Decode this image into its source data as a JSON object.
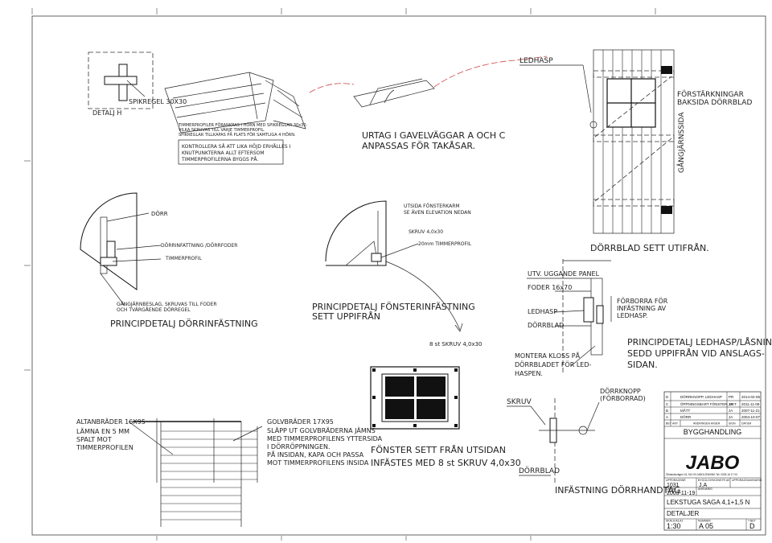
{
  "detail_h": {
    "label": "DETALJ H",
    "spikregel": "SPIKREGEL 30X30",
    "note1": [
      "TIMMERPROFILER FÖRANKRAS I HÖRN MED SPIKREGLAR 30x30.",
      "VILKA SKRUVAS TILL VARJE TIMMERPROFIL.",
      "SPIKREGLAR TILLKAPAS PÅ PLATS FÖR SAMTLIGA 4 HÖRN."
    ],
    "note2": [
      "KONTROLLERA SÅ ATT LIKA HÖJD ERHÅLLES I",
      "KNUTPUNKTERNA ALLT EFTERSOM",
      "TIMMERPROFILERNA BYGGS PÅ."
    ]
  },
  "urtag": [
    "URTAG I GAVELVÄGGAR A OCH C",
    "ANPASSAS FÖR TAKÅSAR."
  ],
  "door": {
    "ledhasp": "LEDHASP",
    "reinforcement": [
      "FÖRSTÄRKNINGAR",
      "BAKSIDA DÖRRBLAD"
    ],
    "hinge_side": "GÅNGJÄRNSSIDA",
    "caption": "DÖRRBLAD SETT UTIFRÅN."
  },
  "door_detail": {
    "dorr": "DÖRR",
    "frame": "DÖRRINFATTNING /DÖRRFODER",
    "profile": "TIMMERPROFIL",
    "hinge_note": [
      "GÅNGJÄRNBESLAG, SKRUVAS TILL FODER",
      "OCH TVÄRGÅENDE DÖRREGEL"
    ],
    "title": "PRINCIPDETALJ DÖRRINFÄSTNING"
  },
  "window_detail": {
    "outside": [
      "UTSIDA FÖNSTERKARM",
      "SE ÄVEN ELEVATION NEDAN"
    ],
    "screw": "SKRUV 4,0x30",
    "profile": "20mm TIMMERPROFIL",
    "title": [
      "PRINCIPDETALJ FÖNSTERINFÄSTNING",
      "SETT UPPIFRÅN"
    ],
    "screws": "8 st SKRUV 4,0x30"
  },
  "window_elev": {
    "caption": [
      "FÖNSTER SETT FRÅN UTSIDAN",
      "INFÄSTES MED 8 st SKRUV 4,0x30"
    ]
  },
  "ledhasp_detail": {
    "panel": "UTV. UGGANDE PANEL",
    "foder": "FODER 16x70",
    "ledhasp": "LEDHASP",
    "dorrblad": "DÖRRBLAD",
    "predrill": [
      "FÖRBORRA FÖR",
      "INFÄSTNING AV",
      "LEDHASP."
    ],
    "kloss": [
      "MONTERA KLOSS PÅ",
      "DÖRRBLADET FÖR LED-",
      "HASPEN."
    ],
    "title": [
      "PRINCIPDETALJ LEDHASP/LÅSNING",
      "SEDD UPPIFRÅN VID ANSLAGS-",
      "SIDAN."
    ]
  },
  "handle_detail": {
    "skruv": "SKRUV",
    "knob": [
      "DÖRRKNOPP",
      "(FÖRBORRAD)"
    ],
    "dorrblad": "DÖRRBLAD",
    "title": "INFÄSTNING DÖRRHANDTAG"
  },
  "deck": {
    "altan": [
      "ALTANBRÄDER 16X95",
      "LÄMNA EN 5 MM",
      "SPALT MOT",
      "TIMMERPROFILEN"
    ],
    "golv": [
      "GOLVBRÄDER 17X95",
      "SLÄPP UT GOLVBRÄDERNA JÄMNS",
      "MED TIMMERPROFILENS YTTERSIDA",
      "I DÖRRÖPPNINGEN.",
      "PÅ INSIDAN, KAPA OCH PASSA",
      "MOT TIMMERPROFILENS INSIDA"
    ]
  },
  "title_block": {
    "revisions": [
      [
        "D",
        "DÖRRKNOPP, LEDHASP",
        "PR",
        "2014-02-05"
      ],
      [
        "C",
        "ÖPPNINGSBART FÖNSTER, DET.",
        "JA",
        "2011-11-08"
      ],
      [
        "B",
        "MÅTT",
        "JA",
        "2007-11-21"
      ],
      [
        "A",
        "DÖRR",
        "JA",
        "2004-10-07"
      ]
    ],
    "rev_header": [
      "BET",
      "ANT",
      "ÄNDRINGEN AVSER",
      "SIGN",
      "DATUM"
    ],
    "category": "BYGGHANDLING",
    "logo": "JABO",
    "address": "Ölsbacksvägen 16, 514 93 JABOLÖNNING  Tel: 0325-16 17 00",
    "row1_labels": [
      "UPPDRAGSNR",
      "BYGGLOVSKONSTR AV",
      "UPPDRAGSANSVARIG"
    ],
    "row1_values": [
      "1031",
      "J.A",
      ""
    ],
    "row2_labels": [
      "DATUM",
      "ANSVARIG"
    ],
    "row2_values": [
      "2003-11-19",
      ""
    ],
    "project": "LEKSTUGA SAGA 4,1+1,5 N",
    "drawing": "DETALJER",
    "scale_label": "SKALA A3,A1",
    "number_label": "NUMMER",
    "rev_label": "T BET",
    "scale": "1:30",
    "number": "A 05",
    "rev": "D"
  },
  "colors": {
    "line": "#111111",
    "dash": "#cc4444",
    "logo": "#111111"
  }
}
